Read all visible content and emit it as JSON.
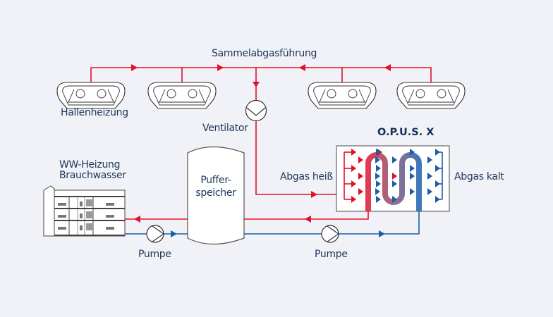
{
  "labels": {
    "collector": "Sammelabgasführung",
    "hall_heating": "Hallenheizung",
    "fan": "Ventilator",
    "product": "O.P.U.S. X",
    "hot_gas": "Abgas heiß",
    "cold_gas": "Abgas kalt",
    "dhw_line1": "WW-Heizung",
    "dhw_line2": "Brauchwasser",
    "buffer_line1": "Puffer-",
    "buffer_line2": "speicher",
    "pump_left": "Pumpe",
    "pump_right": "Pumpe"
  },
  "colors": {
    "hot": "#e30f2b",
    "cold": "#1a5ea8",
    "outline": "#3a3a3a",
    "text": "#1c3557",
    "background": "#f1f2f7"
  },
  "components": {
    "heaters_count": 4,
    "fans_count": 1,
    "pumps_count": 2
  }
}
